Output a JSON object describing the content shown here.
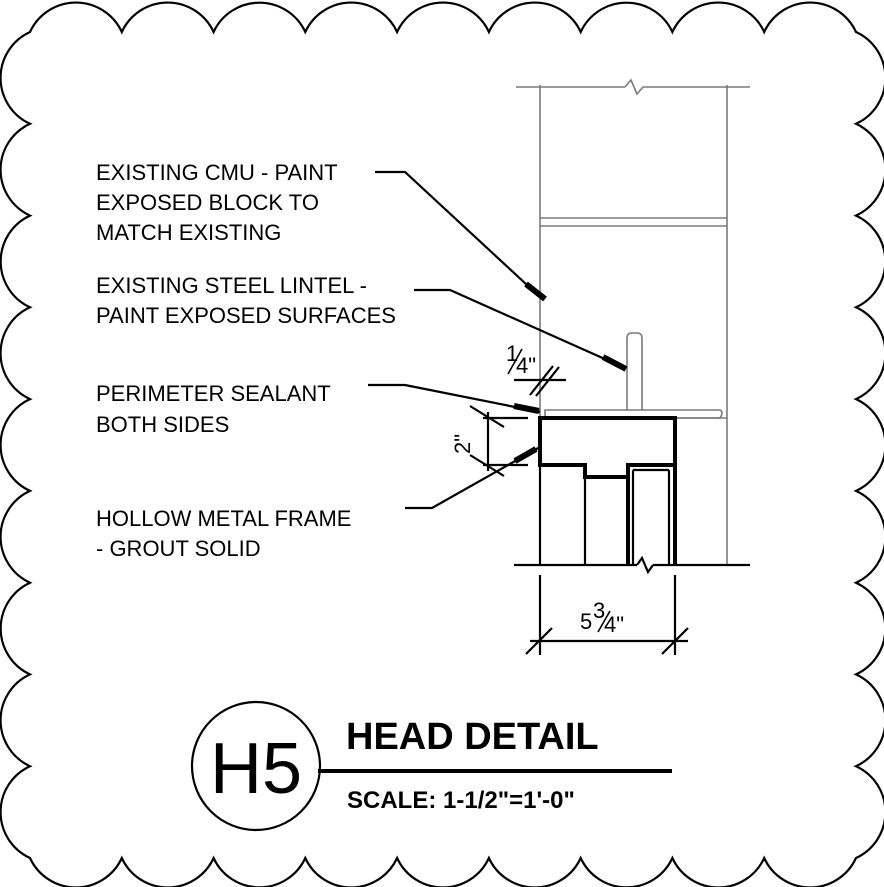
{
  "notes": {
    "cmu": [
      "EXISTING CMU - PAINT",
      "EXPOSED BLOCK TO",
      "MATCH EXISTING"
    ],
    "lintel": [
      "EXISTING STEEL LINTEL -",
      "PAINT EXPOSED SURFACES"
    ],
    "sealant": [
      "PERIMETER SEALANT",
      "BOTH SIDES"
    ],
    "frame": [
      "HOLLOW METAL FRAME",
      "- GROUT SOLID"
    ]
  },
  "dimensions": {
    "joint_num": "1",
    "joint_den": "4\"",
    "head_height": "2\"",
    "wall_whole": "5",
    "wall_num": "3",
    "wall_den": "4\""
  },
  "title_block": {
    "tag": "H5",
    "title": "HEAD DETAIL",
    "scale": "SCALE:  1-1/2\"=1'-0\""
  }
}
